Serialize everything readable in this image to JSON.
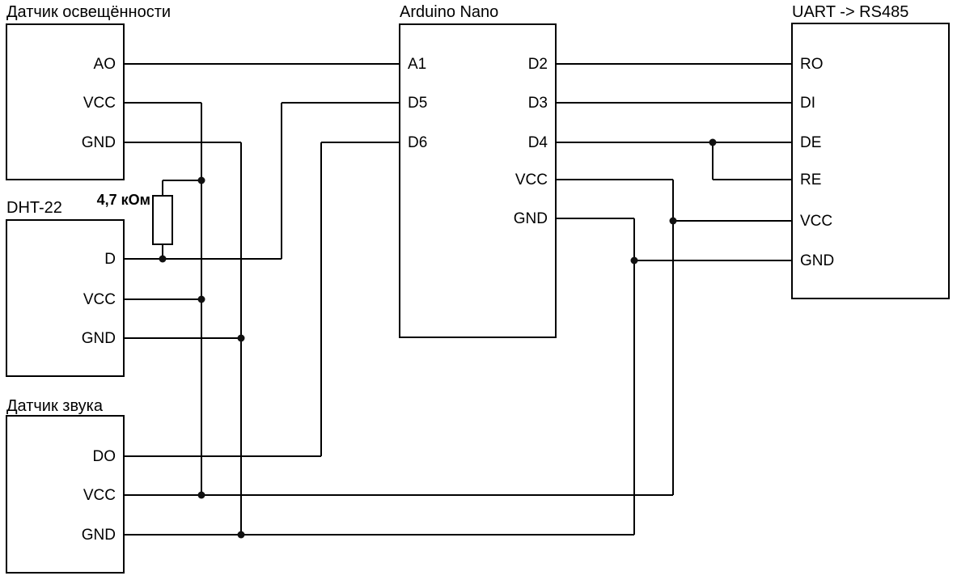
{
  "components": {
    "light_sensor": {
      "title": "Датчик освещённости",
      "pins": {
        "ao": "AO",
        "vcc": "VCC",
        "gnd": "GND"
      }
    },
    "dht22": {
      "title": "DHT-22",
      "pins": {
        "d": "D",
        "vcc": "VCC",
        "gnd": "GND"
      }
    },
    "sound_sensor": {
      "title": "Датчик звука",
      "pins": {
        "do": "DO",
        "vcc": "VCC",
        "gnd": "GND"
      }
    },
    "arduino": {
      "title": "Arduino Nano",
      "pins": {
        "a1": "A1",
        "d5": "D5",
        "d6": "D6",
        "d2": "D2",
        "d3": "D3",
        "d4": "D4",
        "vcc": "VCC",
        "gnd": "GND"
      }
    },
    "uart_rs485": {
      "title": "UART -> RS485",
      "pins": {
        "ro": "RO",
        "di": "DI",
        "de": "DE",
        "re": "RE",
        "vcc": "VCC",
        "gnd": "GND"
      }
    }
  },
  "resistor": {
    "value": "4,7 кОм"
  },
  "connections": [
    "Датчик освещённости.AO — Arduino Nano.A1",
    "DHT-22.D — Arduino Nano.D5, подтяжка через резистор 4,7 кОм к VCC",
    "Датчик звука.DO — Arduino Nano.D6",
    "Arduino Nano.D2 — UART->RS485.RO",
    "Arduino Nano.D3 — UART->RS485.DI",
    "Arduino Nano.D4 — UART->RS485.DE и UART->RS485.RE",
    "VCC: Датчик освещённости.VCC, DHT-22.VCC, Датчик звука.VCC, Arduino Nano.VCC, UART->RS485.VCC, верх резистора 4,7 кОм",
    "GND: Датчик освещённости.GND, DHT-22.GND, Датчик звука.GND, Arduino Nano.GND, UART->RS485.GND"
  ],
  "colors": {
    "line": "#000000",
    "background": "#ffffff"
  }
}
